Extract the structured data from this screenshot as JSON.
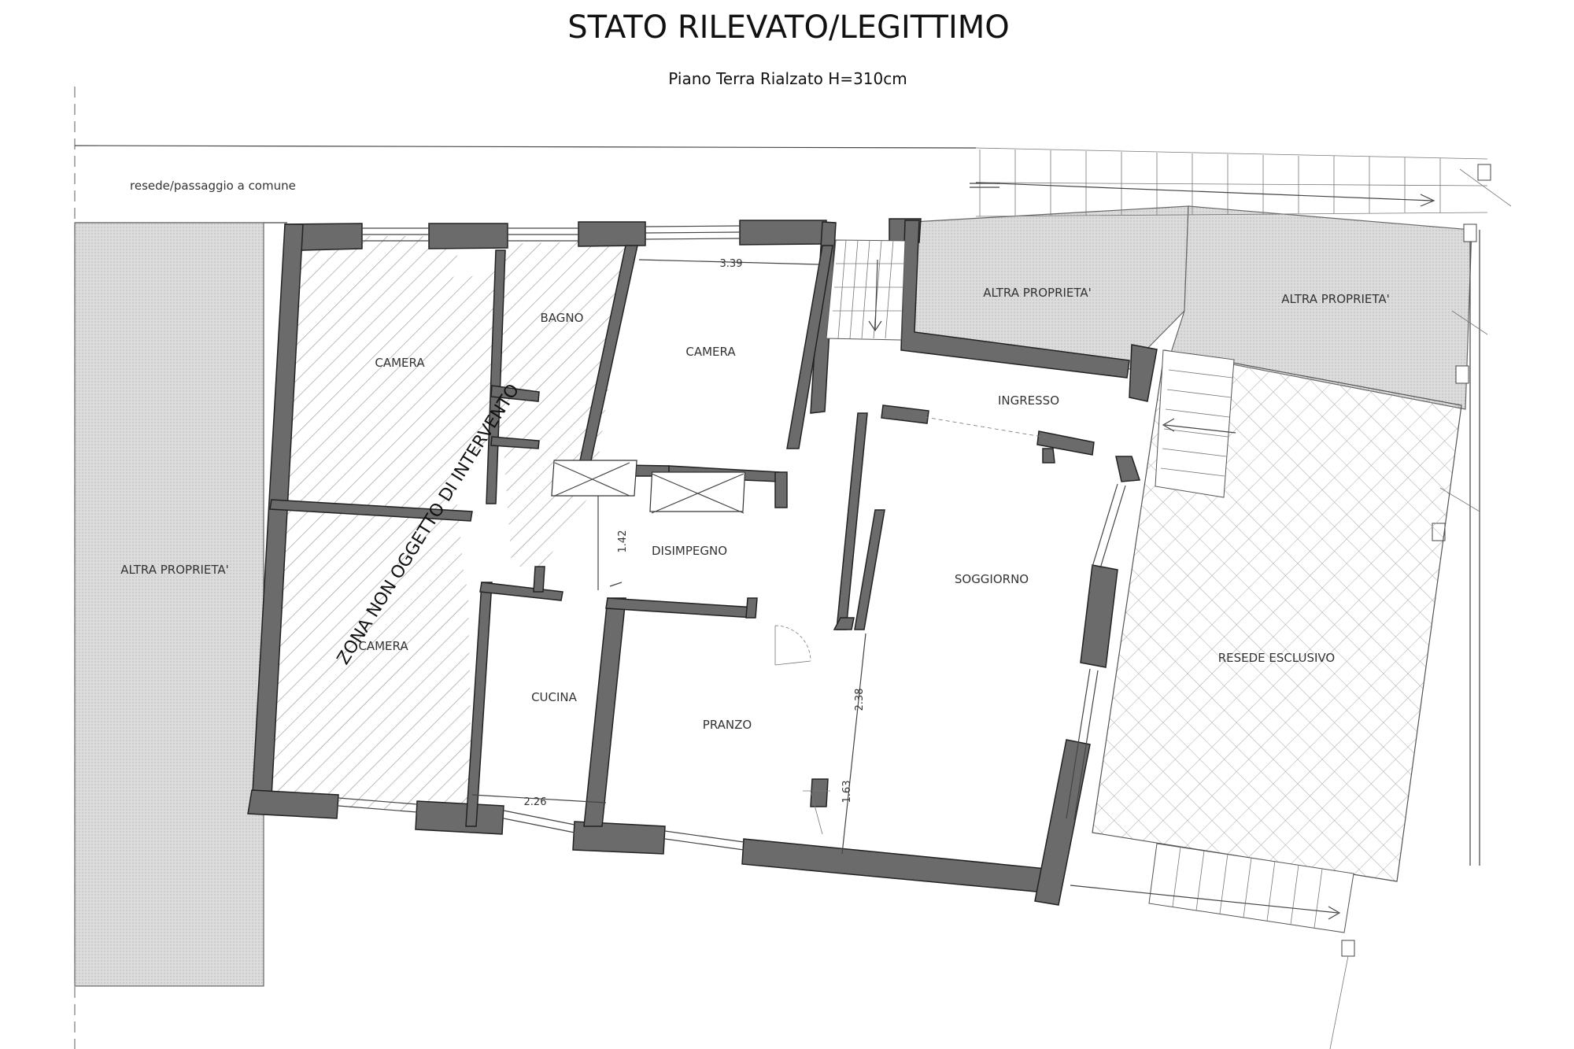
{
  "header": {
    "title": "STATO RILEVATO/LEGITTIMO",
    "subtitle": "Piano Terra Rialzato H=310cm"
  },
  "labels": {
    "passage": "resede/passaggio a comune",
    "zone_note": "ZONA NON OGGETTO DI INTERVENTO",
    "other_property": "ALTRA PROPRIETA'",
    "exclusive_yard": "RESEDE ESCLUSIVO"
  },
  "rooms": {
    "camera": "CAMERA",
    "bagno": "BAGNO",
    "ingresso": "INGRESSO",
    "disimpegno": "DISIMPEGNO",
    "soggiorno": "SOGGIORNO",
    "cucina": "CUCINA",
    "pranzo": "PRANZO"
  },
  "dimensions": {
    "camera_width": "3.39",
    "disimpegno_depth": "1.42",
    "cucina_width": "2.26",
    "opening_upper": "2.38",
    "opening_lower": "1.63"
  },
  "colors": {
    "wall_fill": "#6b6b6b",
    "hatch": "#999999",
    "property_fill": "#d6d6d6",
    "line": "#444444"
  }
}
